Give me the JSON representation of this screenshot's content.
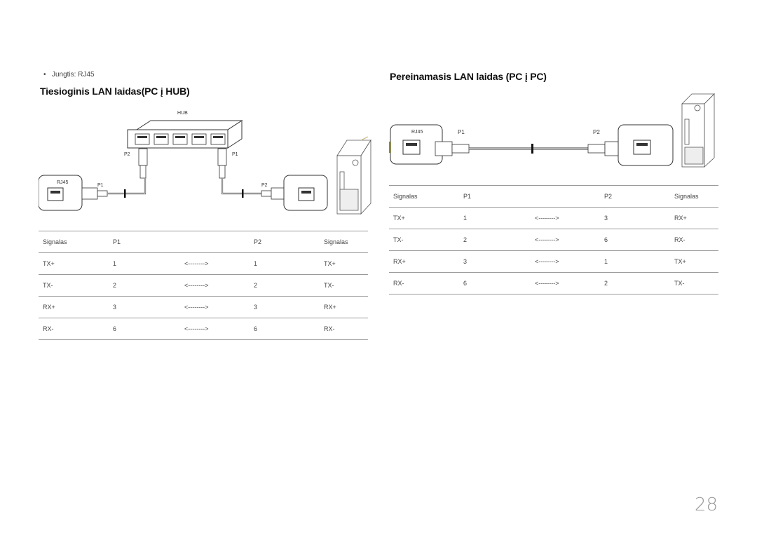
{
  "bullet": "Jungtis: RJ45",
  "left_section": {
    "title": "Tiesioginis LAN laidas(PC į HUB)",
    "diagram": {
      "hub_label": "HUB",
      "port_p1": "P1",
      "port_p2": "P2",
      "rj45": "RJ45",
      "pc_p1": "P1",
      "pc_p2": "P2"
    },
    "table": {
      "header": [
        "Signalas",
        "P1",
        "",
        "P2",
        "Signalas"
      ],
      "rows": [
        [
          "TX+",
          "1",
          "<-------->",
          "1",
          "TX+"
        ],
        [
          "TX-",
          "2",
          "<-------->",
          "2",
          "TX-"
        ],
        [
          "RX+",
          "3",
          "<-------->",
          "3",
          "RX+"
        ],
        [
          "RX-",
          "6",
          "<-------->",
          "6",
          "RX-"
        ]
      ]
    }
  },
  "right_section": {
    "title": "Pereinamasis LAN laidas (PC į PC)",
    "diagram": {
      "rj45": "RJ45",
      "p1": "P1",
      "p2": "P2"
    },
    "table": {
      "header": [
        "Signalas",
        "P1",
        "",
        "P2",
        "Signalas"
      ],
      "rows": [
        [
          "TX+",
          "1",
          "<-------->",
          "3",
          "RX+"
        ],
        [
          "TX-",
          "2",
          "<-------->",
          "6",
          "RX-"
        ],
        [
          "RX+",
          "3",
          "<-------->",
          "1",
          "TX+"
        ],
        [
          "RX-",
          "6",
          "<-------->",
          "2",
          "TX-"
        ]
      ]
    }
  },
  "page_number": "28"
}
